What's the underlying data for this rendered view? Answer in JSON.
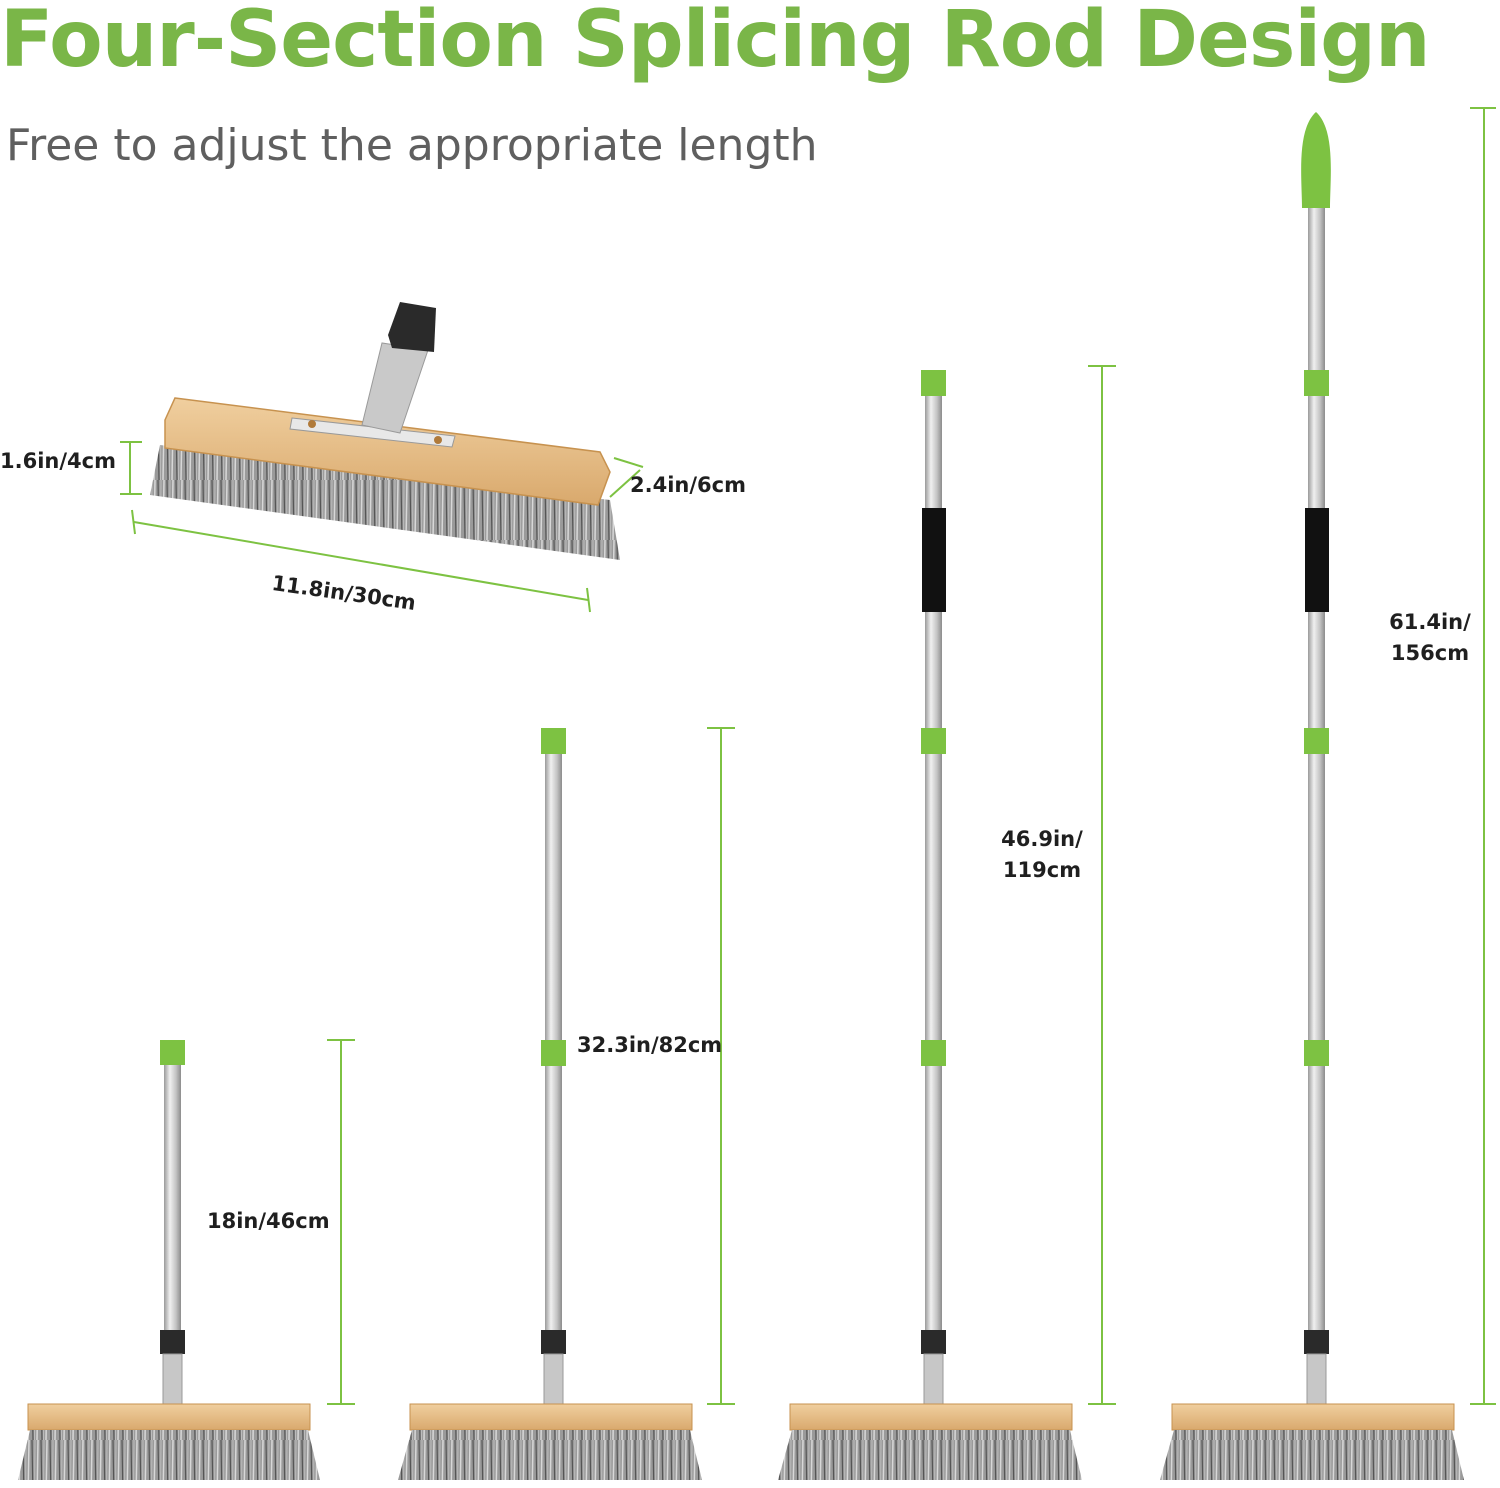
{
  "header": {
    "title": "Four-Section Splicing Rod Design",
    "subtitle": "Free to adjust the appropriate length"
  },
  "colors": {
    "accent_green": "#7dc242",
    "title_green": "#7ab648",
    "subtitle_gray": "#5f5f5f",
    "pole_silver": "#c8c8c8",
    "wood": "#e2b782",
    "bristle_gray": "#8a8a8a",
    "grip_black": "#111111"
  },
  "head_dimensions": {
    "height": "1.6in/4cm",
    "depth": "2.4in/6cm",
    "width": "11.8in/30cm"
  },
  "configurations": [
    {
      "sections": 1,
      "length_text": "18in/46cm"
    },
    {
      "sections": 2,
      "length_text": "32.3in/82cm"
    },
    {
      "sections": 3,
      "length_line1": "46.9in/",
      "length_line2": "119cm"
    },
    {
      "sections": 4,
      "length_line1": "61.4in/",
      "length_line2": "156cm"
    }
  ]
}
